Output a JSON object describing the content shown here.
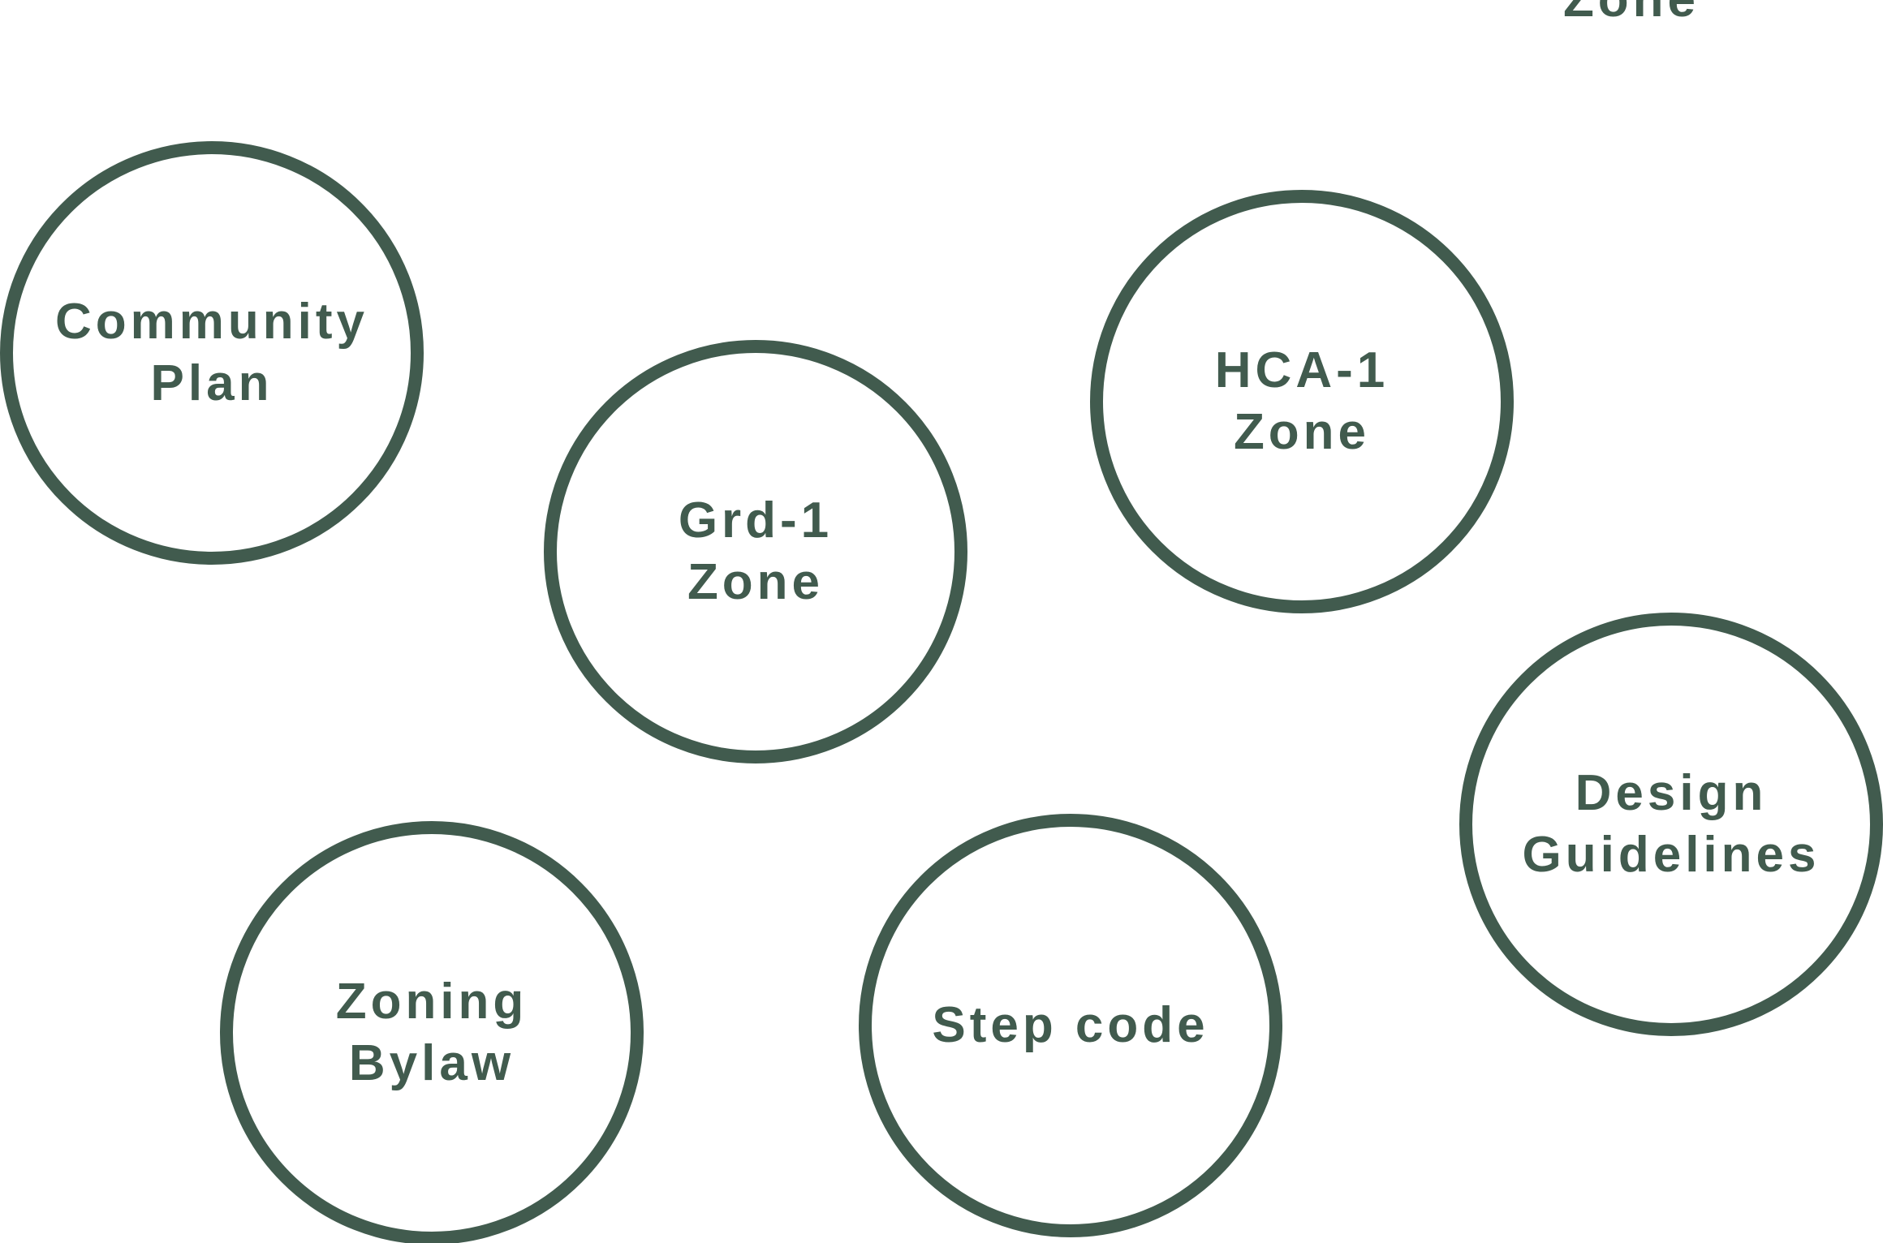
{
  "diagram": {
    "stroke_color": "#415b4e",
    "text_color": "#415b4e",
    "background": "#ffffff",
    "partial_label": "Zone",
    "nodes": [
      {
        "id": "community-plan",
        "label": "Community\nPlan"
      },
      {
        "id": "grd-1-zone",
        "label": "Grd-1\nZone"
      },
      {
        "id": "hca-1-zone",
        "label": "HCA-1\nZone"
      },
      {
        "id": "design-guidelines",
        "label": "Design\nGuidelines"
      },
      {
        "id": "zoning-bylaw",
        "label": "Zoning\nBylaw"
      },
      {
        "id": "step-code",
        "label": "Step code"
      }
    ]
  }
}
